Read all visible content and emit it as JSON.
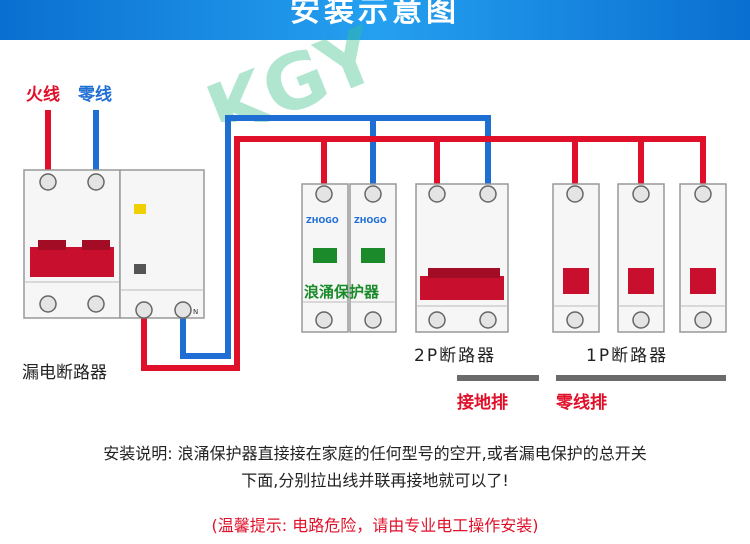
{
  "header": {
    "title": "安装示意图"
  },
  "watermark": {
    "text": "KGY"
  },
  "wires": {
    "live_label": "火线",
    "neutral_label": "零线"
  },
  "devices": {
    "rcd_label": "漏电断路器",
    "rcd_terminal_mark": "N",
    "spd_label": "浪涌保护器",
    "spd_brand": "ZHOGO",
    "breaker_2p_label": "2P断路器",
    "breaker_1p_label": "1P断路器"
  },
  "bars": {
    "ground_label": "接地排",
    "neutral_label": "零线排"
  },
  "notes": {
    "line1": "安装说明: 浪涌保护器直接接在家庭的任何型号的空开,或者漏电保护的总开关",
    "line2": "下面,分别拉出线并联再接地就可以了!",
    "warning": "(温馨提示: 电路危险，请由专业电工操作安装)"
  },
  "colors": {
    "live": "#e0102a",
    "neutral": "#1f6ed4",
    "handle": "#c8102e",
    "spd_window": "#1a8a2a",
    "banner": "#1a7fe0"
  }
}
